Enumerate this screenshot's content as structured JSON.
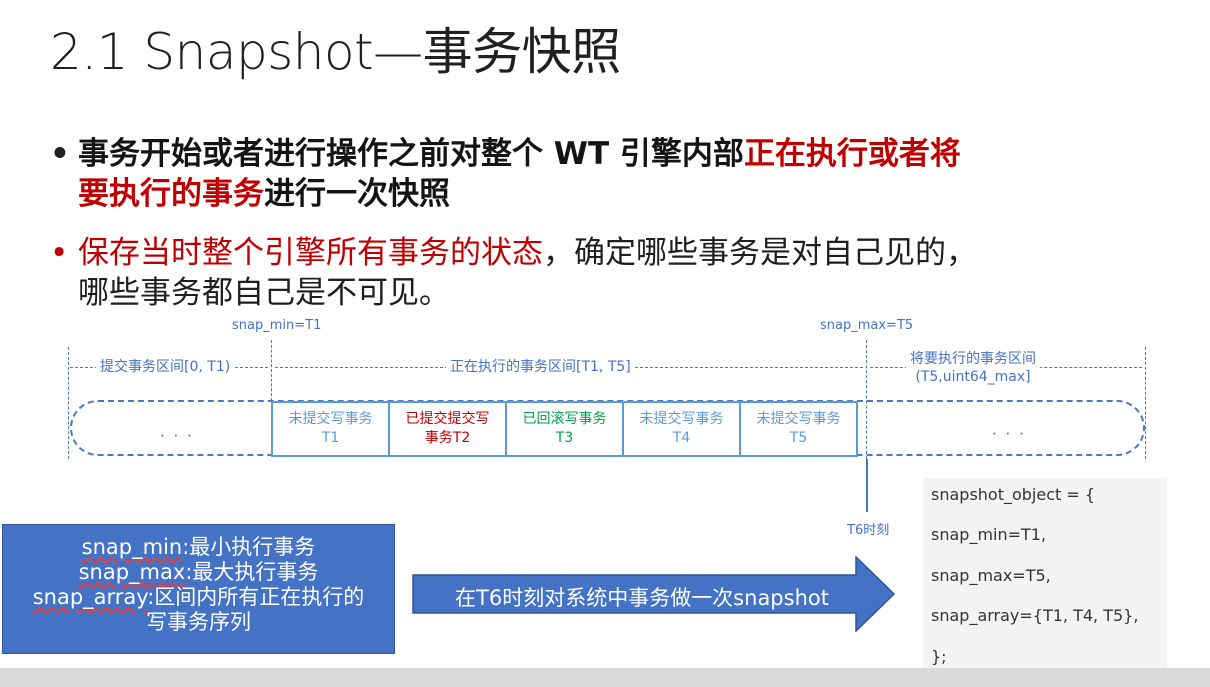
{
  "slide": {
    "title": "2.1 Snapshot—事务快照",
    "bullet_dot": "•",
    "bullet1": {
      "part1": "事务开始或者进行操作之前对整个 WT 引擎内部",
      "part2_red": "正在执行或者将",
      "part3_red": "要执行的事务",
      "part4": "进行一次快照"
    },
    "bullet2": {
      "part1_red": "保存当时整个引擎所有事务的状态",
      "part2": "，确定哪些事务是对自己见的，",
      "part3": "哪些事务都自己是不可见。"
    }
  },
  "diagram": {
    "snap_min_label": "snap_min=T1",
    "snap_max_label": "snap_max=T5",
    "range_committed": "提交事务区间[0, T1)",
    "range_running": "正在执行的事务区间[T1, T5]",
    "range_future_line1": "将要执行的事务区间",
    "range_future_line2": "(T5,uint64_max]",
    "left_ellipsis": "· · ·",
    "right_ellipsis": "· · ·",
    "cells": [
      {
        "line1": "未提交写事务",
        "line2": "T1",
        "color": "#5b9bd5"
      },
      {
        "line1": "已提交提交写",
        "line2": "事务T2",
        "color": "#c00000"
      },
      {
        "line1": "已回滚写事务",
        "line2": "T3",
        "color": "#00a050"
      },
      {
        "line1": "未提交写事务",
        "line2": "T4",
        "color": "#5b9bd5"
      },
      {
        "line1": "未提交写事务",
        "line2": "T5",
        "color": "#5b9bd5"
      }
    ],
    "t6_label": "T6时刻"
  },
  "code": {
    "lines": [
      "snapshot_object = {",
      "snap_min=T1,",
      "snap_max=T5,",
      "snap_array={T1, T4, T5},",
      "};"
    ]
  },
  "definitions": {
    "min_term": "snap_min",
    "min_desc": ":最小执行事务",
    "max_term": "snap_max",
    "max_desc": ":最大执行事务",
    "array_term": "snap_array",
    "array_desc": ":区间内所有正在执行的",
    "array_desc2": "写事务序列"
  },
  "arrow": {
    "text": "在T6时刻对系统中事务做一次snapshot"
  },
  "colors": {
    "accent_blue": "#4472c4",
    "red": "#c00000",
    "green": "#00a050",
    "cell_blue": "#5b9bd5"
  }
}
